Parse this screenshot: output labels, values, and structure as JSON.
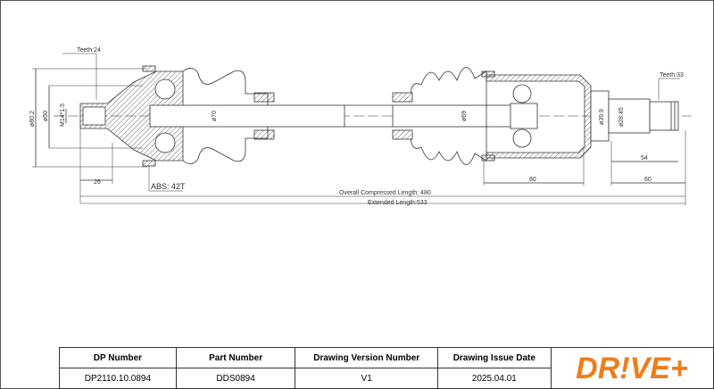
{
  "drawing": {
    "teeth_left": "Teeth:24",
    "teeth_right": "Teeth:33",
    "abs": "ABS: 42T",
    "dia_80_2": "ø80.2",
    "dia_50": "ø50",
    "thread": "M14*1.5",
    "dia_70": "ø70",
    "dia_69": "ø69",
    "dia_39_9": "ø39.9",
    "dia_28_45": "ø28.45",
    "len_26": "26",
    "len_80": "80",
    "len_54": "54",
    "len_60": "60",
    "overall": "Overall  Compressed  Length: 480",
    "extended": "Extended  Length:533"
  },
  "table": {
    "headers": [
      "DP Number",
      "Part Number",
      "Drawing Version Number",
      "Drawing Issue Date"
    ],
    "values": [
      "DP2110.10.0894",
      "DDS0894",
      "V1",
      "2025.04.01"
    ]
  },
  "logo": {
    "text": "DR!VE+",
    "color": "#f07d1a"
  }
}
